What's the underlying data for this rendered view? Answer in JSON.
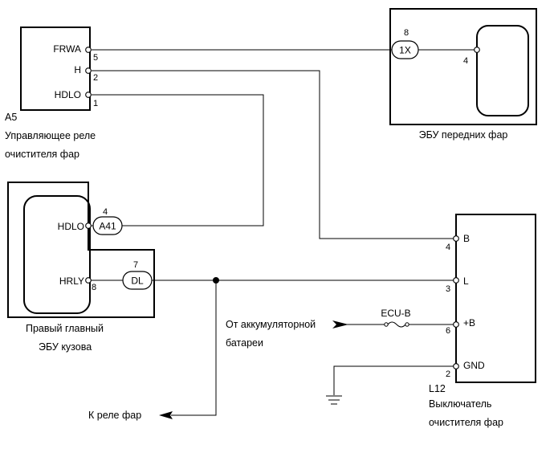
{
  "components": {
    "a5": {
      "code": "A5",
      "name_line1": "Управляющее реле",
      "name_line2": "очистителя фар",
      "pins": [
        {
          "label": "FRWA",
          "num": "5"
        },
        {
          "label": "H",
          "num": "2"
        },
        {
          "label": "HDLO",
          "num": "1"
        }
      ]
    },
    "headlight_ecu": {
      "name": "ЭБУ передних фар",
      "connector": "1X",
      "connector_pin": "8",
      "pin": "4"
    },
    "body_ecu": {
      "name_line1": "Правый главный",
      "name_line2": "ЭБУ кузова",
      "pins": [
        {
          "label": "HDLO",
          "connector": "A41",
          "connector_pin": "4"
        },
        {
          "label": "HRLY",
          "connector": "DL",
          "connector_pin": "7",
          "num": "8"
        }
      ]
    },
    "l12": {
      "code": "L12",
      "name_line1": "Выключатель",
      "name_line2": "очистителя фар",
      "pins": [
        {
          "label": "B",
          "num": "4"
        },
        {
          "label": "L",
          "num": "3"
        },
        {
          "label": "+B",
          "num": "6"
        },
        {
          "label": "GND",
          "num": "2"
        }
      ]
    }
  },
  "battery": {
    "line1": "От аккумуляторной",
    "line2": "батареи"
  },
  "fuse": {
    "label": "ECU-B"
  },
  "to_relay": {
    "label": "К реле фар"
  }
}
